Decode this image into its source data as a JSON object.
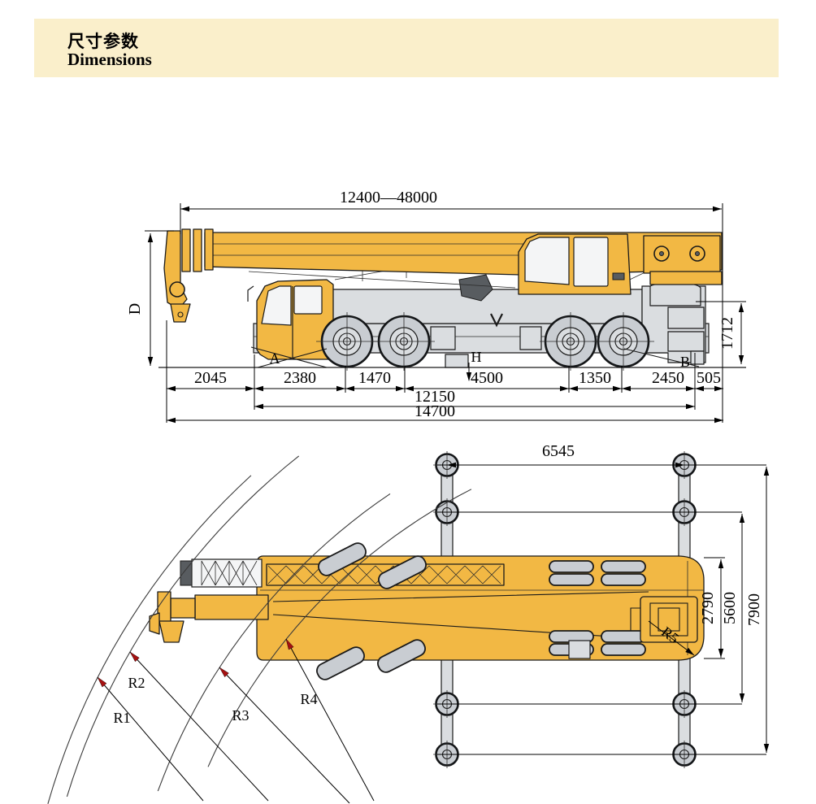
{
  "page": {
    "title_zh": "尺寸参数",
    "title_en": "Dimensions"
  },
  "colors": {
    "header_bg": "#FAEFCB",
    "crane_yellow": "#F2B844",
    "outline_black": "#1a1a1a",
    "gray_light": "#DADDE0",
    "gray_mid": "#C9CDD2",
    "red_arrow": "#A61111"
  },
  "side_view": {
    "boom_length_range": "12400—48000",
    "overall_height_label": "D",
    "rear_height": "1712",
    "segment_dims": [
      "2045",
      "2380",
      "1470",
      "4500",
      "1350",
      "2450",
      "505"
    ],
    "wheelbase_span": "12150",
    "total_length": "14700",
    "approach_angle_label": "A",
    "ground_clearance_label": "H",
    "departure_angle_label": "B"
  },
  "top_view": {
    "outrigger_longitudinal_span": "6545",
    "vehicle_width": "2790",
    "outrigger_mid_span": "5600",
    "outrigger_full_span": "7900",
    "turning_radius_labels": [
      "R1",
      "R2",
      "R3",
      "R4"
    ],
    "tail_radius_label": "R5"
  }
}
